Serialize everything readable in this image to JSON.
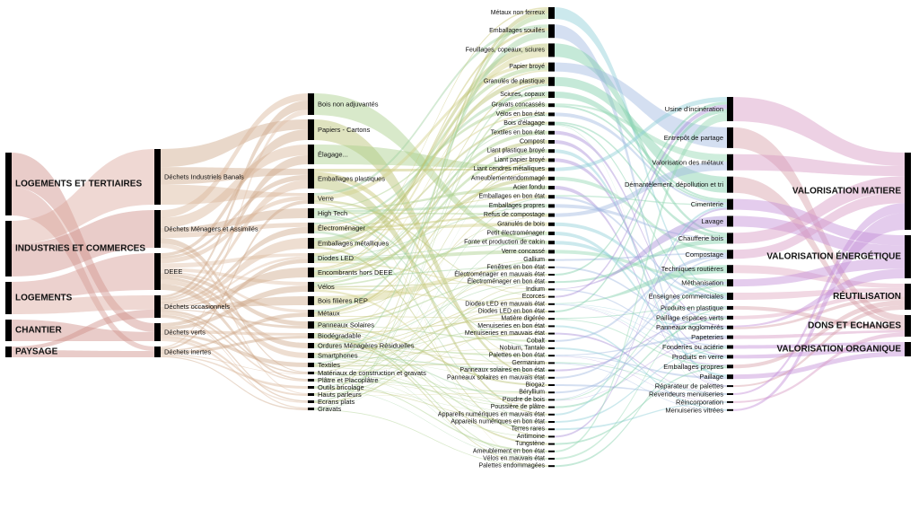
{
  "title": "Flux de déchets : sources, gisements, produits, filières et valorisation",
  "columns": [
    {
      "name": "sources",
      "nodes": [
        {
          "label": "LOGEMENTS ET TERTIAIRES",
          "value": 70
        },
        {
          "label": "INDUSTRIES ET COMMERCES",
          "value": 62
        },
        {
          "label": "LOGEMENTS",
          "value": 36
        },
        {
          "label": "CHANTIER",
          "value": 24
        },
        {
          "label": "PAYSAGE",
          "value": 12
        }
      ]
    },
    {
      "name": "categories",
      "nodes": [
        {
          "label": "Déchets Industriels Banals",
          "value": 62
        },
        {
          "label": "Déchets Ménagers et Assimilés",
          "value": 42
        },
        {
          "label": "DEEE",
          "value": 41
        },
        {
          "label": "Déchets occasionnels",
          "value": 25
        },
        {
          "label": "Déchets verts",
          "value": 20
        },
        {
          "label": "Déchets inertes",
          "value": 12
        }
      ]
    },
    {
      "name": "gisements",
      "nodes": [
        {
          "label": "Bois non adjuvantés",
          "value": 24
        },
        {
          "label": "Papiers - Cartons",
          "value": 23
        },
        {
          "label": "Élagage...",
          "value": 22
        },
        {
          "label": "Emballages plastiques",
          "value": 22
        },
        {
          "label": "Verre",
          "value": 12
        },
        {
          "label": "High Tech",
          "value": 11
        },
        {
          "label": "Électroménager",
          "value": 12
        },
        {
          "label": "Emballages métalliques",
          "value": 12
        },
        {
          "label": "Diodes LED",
          "value": 11
        },
        {
          "label": "Encombrants hors DEEE",
          "value": 11
        },
        {
          "label": "Vélos",
          "value": 11
        },
        {
          "label": "Bois filières REP",
          "value": 10
        },
        {
          "label": "Métaux",
          "value": 8
        },
        {
          "label": "Panneaux Solaires",
          "value": 8
        },
        {
          "label": "Biodégradable",
          "value": 6
        },
        {
          "label": "Ordures Ménagères Résiduelles",
          "value": 6
        },
        {
          "label": "Smartphones",
          "value": 6
        },
        {
          "label": "Textiles",
          "value": 5
        },
        {
          "label": "Matériaux de construction et gravats",
          "value": 3
        },
        {
          "label": "Plâtre et Placoplâtre",
          "value": 3
        },
        {
          "label": "Outils bricolage",
          "value": 3
        },
        {
          "label": "Hauts parleurs",
          "value": 3
        },
        {
          "label": "Ecrans plats",
          "value": 3
        },
        {
          "label": "Gravats",
          "value": 3
        }
      ]
    },
    {
      "name": "produits",
      "nodes": [
        {
          "label": "Métaux non ferreux",
          "value": 13
        },
        {
          "label": "Emballages souillés",
          "value": 15
        },
        {
          "label": "Feuillages, copeaux, sciures",
          "value": 15
        },
        {
          "label": "Papier broyé",
          "value": 10
        },
        {
          "label": "Granulés de plastique",
          "value": 10
        },
        {
          "label": "Sciures, copaux",
          "value": 7
        },
        {
          "label": "Gravats concassés",
          "value": 4
        },
        {
          "label": "Vélos en bon état",
          "value": 4
        },
        {
          "label": "Bois d'élagage",
          "value": 4
        },
        {
          "label": "Textiles en bon état",
          "value": 4
        },
        {
          "label": "Compost",
          "value": 4
        },
        {
          "label": "Liant plastique broyé",
          "value": 4
        },
        {
          "label": "Liant papier broyé",
          "value": 4
        },
        {
          "label": "Liant cendres métalliques",
          "value": 4
        },
        {
          "label": "Ameublementendommagé",
          "value": 4
        },
        {
          "label": "Acier fondu",
          "value": 4
        },
        {
          "label": "Emballages en bon état",
          "value": 4
        },
        {
          "label": "Emballages propres",
          "value": 4
        },
        {
          "label": "Refus de compostage",
          "value": 4
        },
        {
          "label": "Granulés de bois",
          "value": 4
        },
        {
          "label": "Petit électroménager",
          "value": 4
        },
        {
          "label": "Fonte et production de calcin",
          "value": 4
        },
        {
          "label": "Verre concassé",
          "value": 4
        },
        {
          "label": "Gallium",
          "value": 2
        },
        {
          "label": "Fenêtres en bon état",
          "value": 2
        },
        {
          "label": "Électroménager en mauvais état",
          "value": 2
        },
        {
          "label": "Électroménager en bon état",
          "value": 2
        },
        {
          "label": "Indium",
          "value": 2
        },
        {
          "label": "Ecorces",
          "value": 2
        },
        {
          "label": "Diodes LED en mauvais état",
          "value": 2
        },
        {
          "label": "Diodes LED en bon état",
          "value": 2
        },
        {
          "label": "Matière digérée",
          "value": 2
        },
        {
          "label": "Menuiseries en bon état",
          "value": 2
        },
        {
          "label": "Menuiseries en mauvais état",
          "value": 2
        },
        {
          "label": "Cobalt",
          "value": 2
        },
        {
          "label": "Nobium, Tantale",
          "value": 2
        },
        {
          "label": "Palettes en bon état",
          "value": 2
        },
        {
          "label": "Germanium",
          "value": 2
        },
        {
          "label": "Panneaux solaires en bon état",
          "value": 2
        },
        {
          "label": "Panneaux solaires en mauvais état",
          "value": 2
        },
        {
          "label": "Biogaz",
          "value": 2
        },
        {
          "label": "Béryllium",
          "value": 2
        },
        {
          "label": "Poudre de bois",
          "value": 2
        },
        {
          "label": "Poussière de plâtre",
          "value": 2
        },
        {
          "label": "Appareils numériques en mauvais état",
          "value": 2
        },
        {
          "label": "Appareils numériques en bon état",
          "value": 2
        },
        {
          "label": "Terres rares",
          "value": 2
        },
        {
          "label": "Antimoine",
          "value": 2
        },
        {
          "label": "Tungstène",
          "value": 2
        },
        {
          "label": "Ameublement en bon état",
          "value": 2
        },
        {
          "label": "Vélos en mauvais état",
          "value": 2
        },
        {
          "label": "Palettes endommagées",
          "value": 2
        }
      ]
    },
    {
      "name": "filieres",
      "nodes": [
        {
          "label": "Usine d'incinération",
          "value": 27
        },
        {
          "label": "Entrepôt de partage",
          "value": 23
        },
        {
          "label": "Valorisation des métaux",
          "value": 18
        },
        {
          "label": "Démantèlement, dépollution et tri",
          "value": 18
        },
        {
          "label": "Cimenterie",
          "value": 12
        },
        {
          "label": "Lavage",
          "value": 12
        },
        {
          "label": "Chaufferie bois",
          "value": 12
        },
        {
          "label": "Compostage",
          "value": 10
        },
        {
          "label": "Techniques routières",
          "value": 9
        },
        {
          "label": "Méthanisation",
          "value": 8
        },
        {
          "label": "Enseignes commerciales",
          "value": 8
        },
        {
          "label": "Produits en plastique",
          "value": 4
        },
        {
          "label": "Paillage espaces verts",
          "value": 4
        },
        {
          "label": "Panneaux agglomérés",
          "value": 4
        },
        {
          "label": "Papeteries",
          "value": 4
        },
        {
          "label": "Fonderies ou aciérie",
          "value": 4
        },
        {
          "label": "Produits en verre",
          "value": 4
        },
        {
          "label": "Emballages propres",
          "value": 4
        },
        {
          "label": "Paillage",
          "value": 5
        },
        {
          "label": "Réparateur de palettes",
          "value": 2
        },
        {
          "label": "Revendeurs menuiseries",
          "value": 2
        },
        {
          "label": "Réincorporation",
          "value": 2
        },
        {
          "label": "Menuiseries vitrées",
          "value": 2
        }
      ]
    },
    {
      "name": "valorisation",
      "nodes": [
        {
          "label": "VALORISATION MATIERE",
          "value": 86
        },
        {
          "label": "VALORISATION ÉNERGÉTIQUE",
          "value": 48
        },
        {
          "label": "RÉUTILISATION",
          "value": 29
        },
        {
          "label": "DONS ET ECHANGES",
          "value": 24
        },
        {
          "label": "VALORISATION ORGANIQUE",
          "value": 16
        }
      ]
    }
  ],
  "colors": {
    "node": "#000000",
    "links": [
      [
        "#d49a92",
        "#cf8f88",
        "#dba89e"
      ],
      [
        "#d9b59a",
        "#cfa98a",
        "#e0c0a8"
      ],
      [
        "#c6c46e",
        "#a9cf8a",
        "#d2d08a",
        "#b8c070",
        "#9fd0a0"
      ],
      [
        "#8fcfd6",
        "#93d6b2",
        "#a98fd8",
        "#9fb8e0",
        "#7fcfa8"
      ],
      [
        "#d89ac4",
        "#c48ed8",
        "#e0a8c0",
        "#d8a0a8"
      ]
    ]
  }
}
